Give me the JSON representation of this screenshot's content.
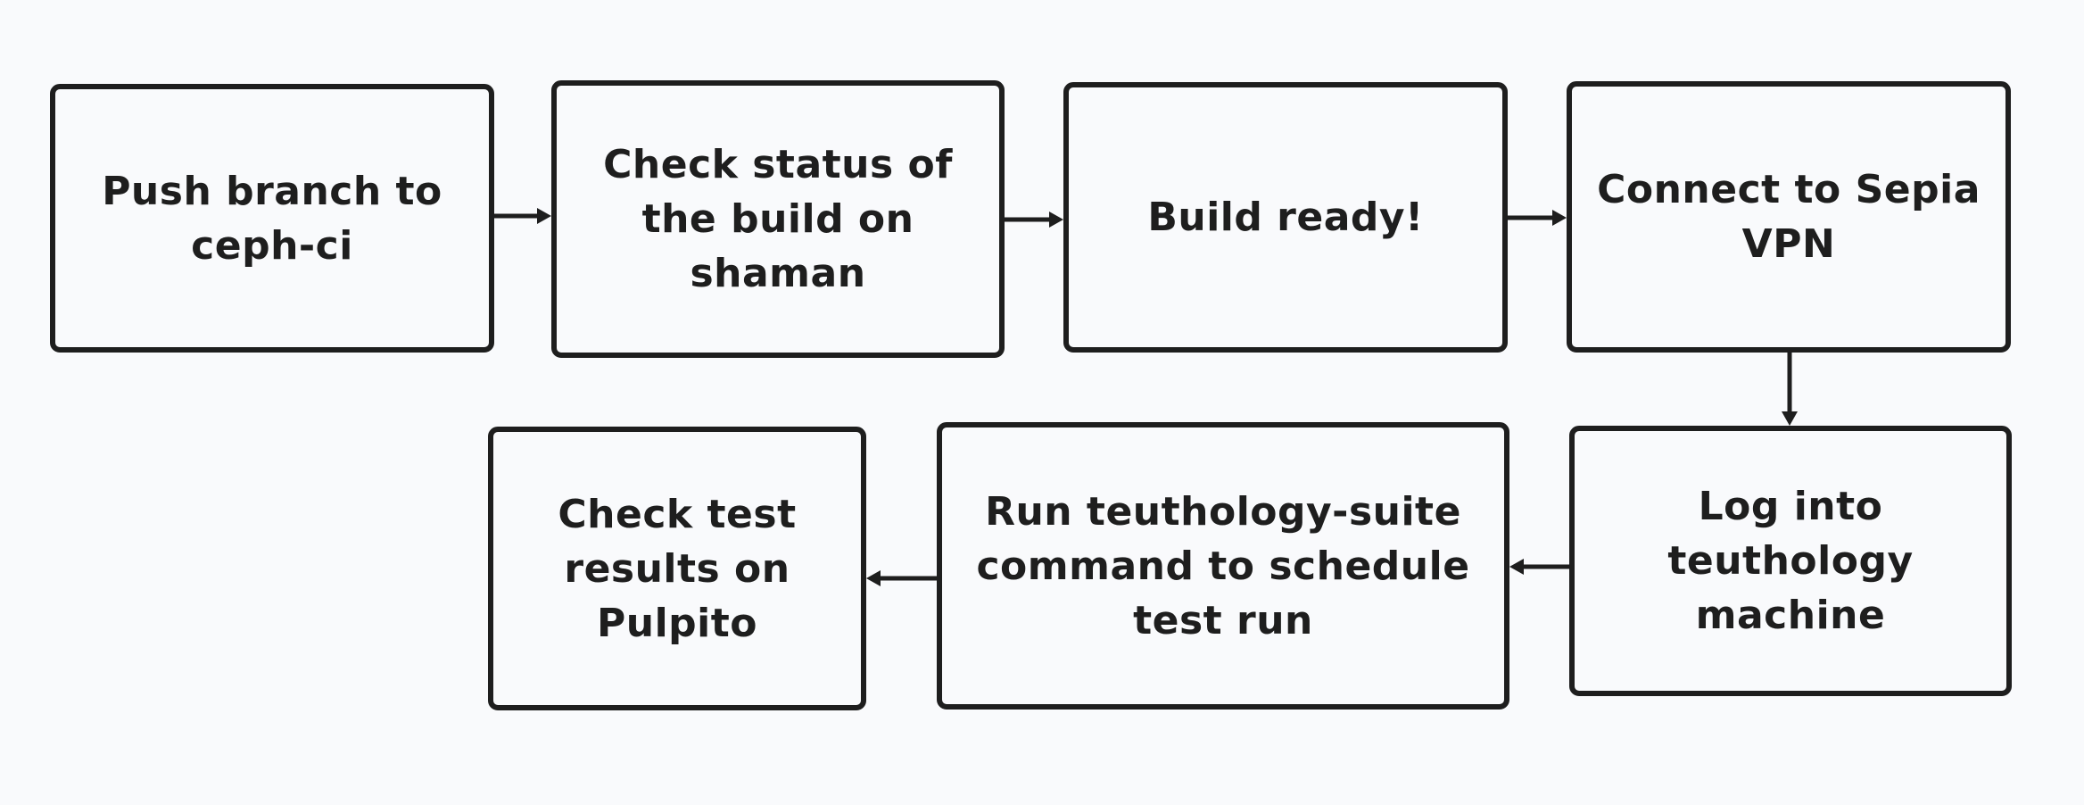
{
  "nodes": [
    {
      "id": "push-branch",
      "label": "Push branch to\nceph-ci"
    },
    {
      "id": "check-status",
      "label": "Check status of\nthe build on\nshaman"
    },
    {
      "id": "build-ready",
      "label": "Build ready!"
    },
    {
      "id": "connect-vpn",
      "label": "Connect to Sepia\nVPN"
    },
    {
      "id": "log-into",
      "label": "Log into\nteuthology\nmachine"
    },
    {
      "id": "run-suite",
      "label": "Run teuthology-suite\ncommand to schedule\ntest run"
    },
    {
      "id": "check-results",
      "label": "Check test\nresults on\nPulpito"
    }
  ],
  "edges": [
    {
      "from": "push-branch",
      "to": "check-status"
    },
    {
      "from": "check-status",
      "to": "build-ready"
    },
    {
      "from": "build-ready",
      "to": "connect-vpn"
    },
    {
      "from": "connect-vpn",
      "to": "log-into"
    },
    {
      "from": "log-into",
      "to": "run-suite"
    },
    {
      "from": "run-suite",
      "to": "check-results"
    }
  ],
  "colors": {
    "background": "#f9fafc",
    "stroke": "#1e1e1e"
  }
}
